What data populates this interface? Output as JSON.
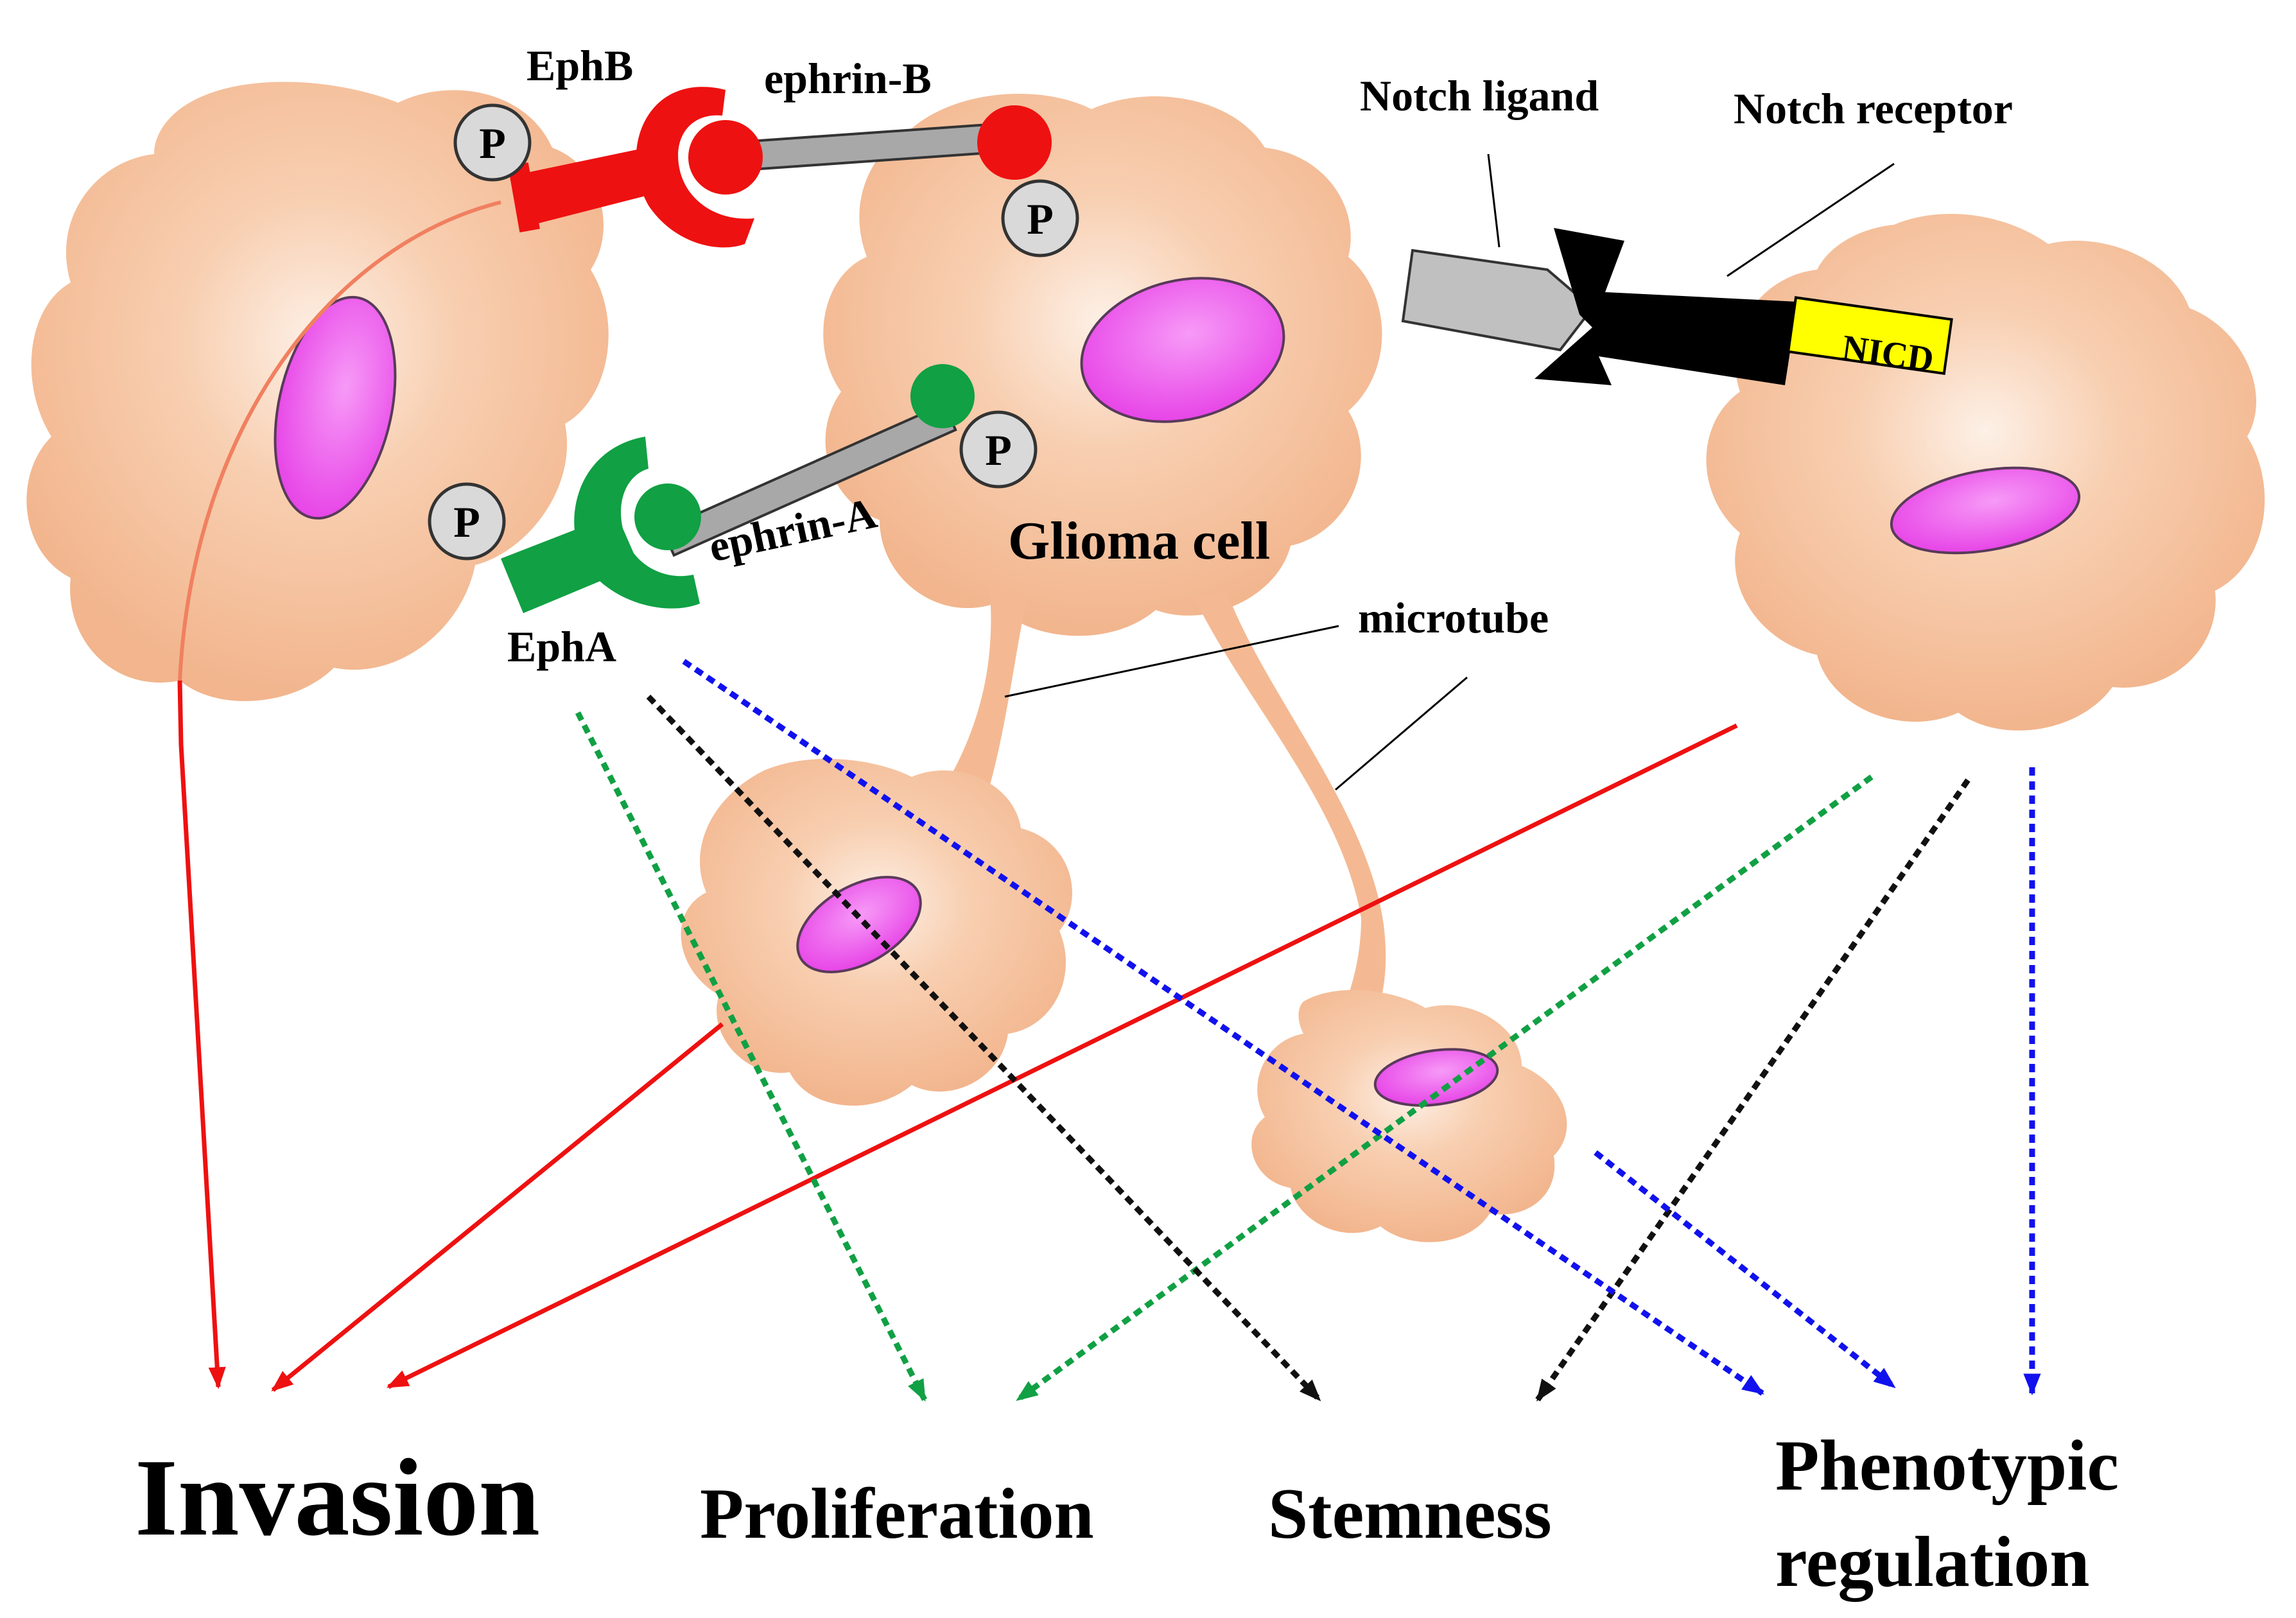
{
  "labels": {
    "ephb": "EphB",
    "ephrin_b": "ephrin-B",
    "notch_ligand": "Notch ligand",
    "notch_receptor": "Notch receptor",
    "nicd": "NICD",
    "ephrin_a": "ephrin-A",
    "glioma_cell": "Glioma cell",
    "epha": "EphA",
    "microtube": "microtube",
    "phospho": "P"
  },
  "outcomes": {
    "invasion": "Invasion",
    "proliferation": "Proliferation",
    "stemness": "Stemness",
    "phenotypic_line1": "Phenotypic",
    "phenotypic_line2": "regulation"
  },
  "colors": {
    "cell_fill": "#f4b992",
    "cell_center": "#fdebde",
    "nucleus": "#ee55ee",
    "invasion": "#ee1111",
    "proliferation": "#11a044",
    "stemness": "#111111",
    "phenotypic": "#1111ee",
    "ephb": "#ee1111",
    "epha": "#11a044",
    "ephrin_rod": "#a8a8a8",
    "notch_receptor": "#000000",
    "nicd": "#ffff00",
    "phospho": "#d9d9d9"
  }
}
